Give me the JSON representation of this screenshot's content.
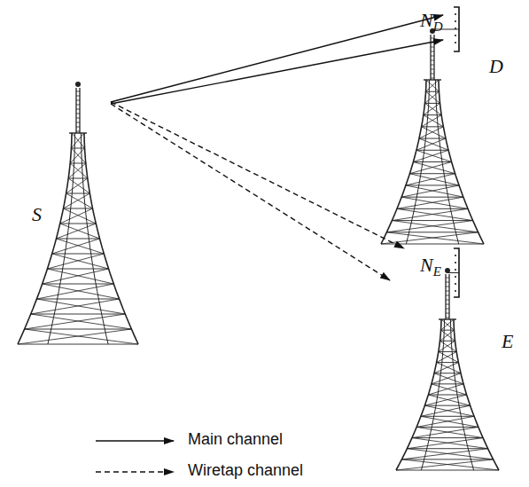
{
  "diagram": {
    "nodes": [
      {
        "text": [
          "S"
        ]
      },
      {
        "text": [
          "ND"
        ]
      },
      {
        "text": [
          "NE"
        ]
      }
    ],
    "edges": [
      {
        "from": 0,
        "to": 1,
        "arrow": "to"
      },
      {
        "from": 0,
        "to": 1,
        "arrow": "to"
      },
      {
        "from": 0,
        "to": 2,
        "arrow": "to"
      },
      {
        "from": 0,
        "to": 2,
        "arrow": "to"
      }
    ],
    "labels": [
      "D",
      "E"
    ],
    "legend": [
      {
        "text": "Main channel"
      },
      {
        "text": "Wiretap channel"
      }
    ]
  }
}
